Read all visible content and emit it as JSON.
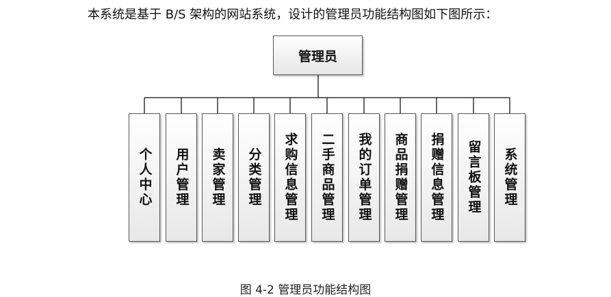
{
  "intro_text": "本系统是基于 B/S 架构的网站系统，设计的管理员功能结构图如下图所示：",
  "root": {
    "label": "管理员"
  },
  "children": [
    {
      "label": "个人中心"
    },
    {
      "label": "用户管理"
    },
    {
      "label": "卖家管理"
    },
    {
      "label": "分类管理"
    },
    {
      "label": "求购信息管理"
    },
    {
      "label": "二手商品管理"
    },
    {
      "label": "我的订单管理"
    },
    {
      "label": "商品捐赠管理"
    },
    {
      "label": "捐赠信息管理"
    },
    {
      "label": "留言板管理"
    },
    {
      "label": "系统管理"
    }
  ],
  "caption": "图 4-2 管理员功能结构图"
}
